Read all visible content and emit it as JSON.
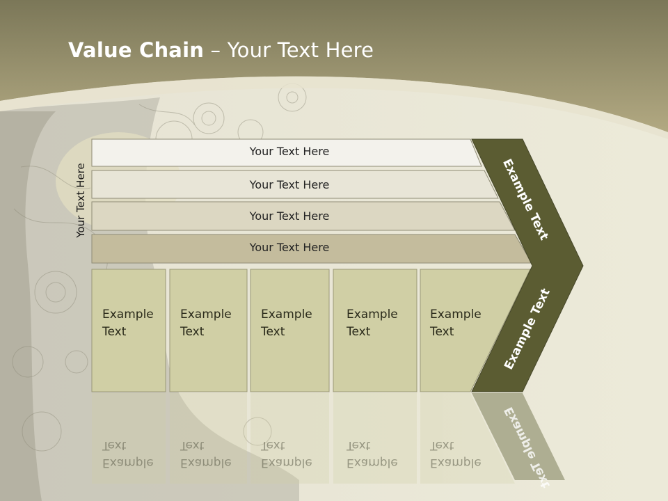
{
  "slide": {
    "title_bold": "Value Chain",
    "title_rest": " – Your Text Here",
    "vertical_label": "Your Text Here"
  },
  "bars": [
    {
      "label": "Your Text Here"
    },
    {
      "label": "Your Text Here"
    },
    {
      "label": "Your Text Here"
    },
    {
      "label": "Your Text Here"
    }
  ],
  "boxes": [
    {
      "line1": "Example",
      "line2": "Text"
    },
    {
      "line1": "Example",
      "line2": "Text"
    },
    {
      "line1": "Example",
      "line2": "Text"
    },
    {
      "line1": "Example",
      "line2": "Text"
    },
    {
      "line1": "Example",
      "line2": "Text"
    }
  ],
  "arrow": {
    "upper_label": "Example Text",
    "lower_label": "Example Text"
  },
  "colors": {
    "header": "#8f8c6a",
    "arrow": "#5b5c32",
    "bar1": "#f3f2ec",
    "bar2": "#e8e5d7",
    "bar3": "#dcd7c2",
    "bar4": "#c4bc9d",
    "box": "#d0cfa5"
  }
}
